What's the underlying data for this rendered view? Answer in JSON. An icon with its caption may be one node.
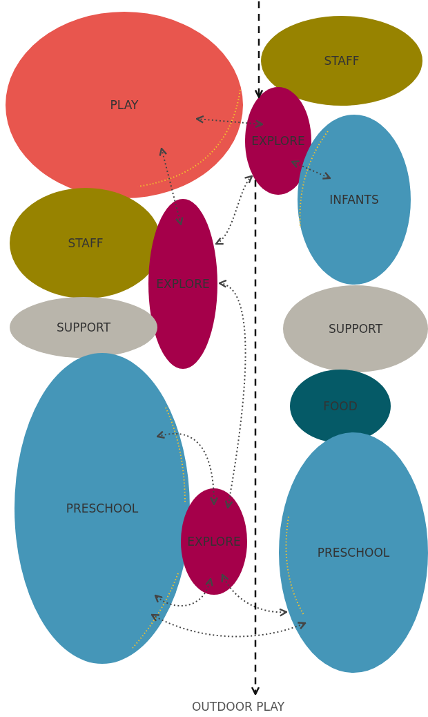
{
  "diagram": {
    "nodes": [
      {
        "text": [
          "PLAY"
        ]
      },
      {
        "text": [
          "STAFF"
        ]
      },
      {
        "text": [
          "EXPLORE"
        ]
      },
      {
        "text": [
          "INFANTS"
        ]
      },
      {
        "text": [
          "STAFF"
        ]
      },
      {
        "text": [
          "EXPLORE"
        ]
      },
      {
        "text": [
          "SUPPORT"
        ]
      },
      {
        "text": [
          "SUPPORT"
        ]
      },
      {
        "text": [
          "FOOD"
        ]
      },
      {
        "text": [
          "PRESCHOOL"
        ]
      },
      {
        "text": [
          "EXPLORE"
        ]
      },
      {
        "text": [
          "PRESCHOOL"
        ]
      },
      {
        "text": [
          "OUTDOOR PLAY"
        ]
      }
    ],
    "edges": [
      {
        "from": 0,
        "to": 2,
        "arrow": "both"
      },
      {
        "from": 2,
        "to": 3,
        "arrow": "both"
      },
      {
        "from": 0,
        "to": 5,
        "arrow": "both"
      },
      {
        "from": 2,
        "to": 5,
        "arrow": "both"
      },
      {
        "from": 5,
        "to": 10,
        "arrow": "both"
      },
      {
        "from": 9,
        "to": 10,
        "arrow": "both"
      },
      {
        "from": 10,
        "to": 9,
        "arrow": "both"
      },
      {
        "from": 10,
        "to": 11,
        "arrow": "both"
      },
      {
        "from": 9,
        "to": 11,
        "arrow": "both"
      },
      {
        "from": null,
        "to": 2,
        "arrow": "to",
        "style": "dashed"
      },
      {
        "from": 2,
        "to": 12,
        "arrow": "to",
        "style": "dashed"
      }
    ]
  }
}
